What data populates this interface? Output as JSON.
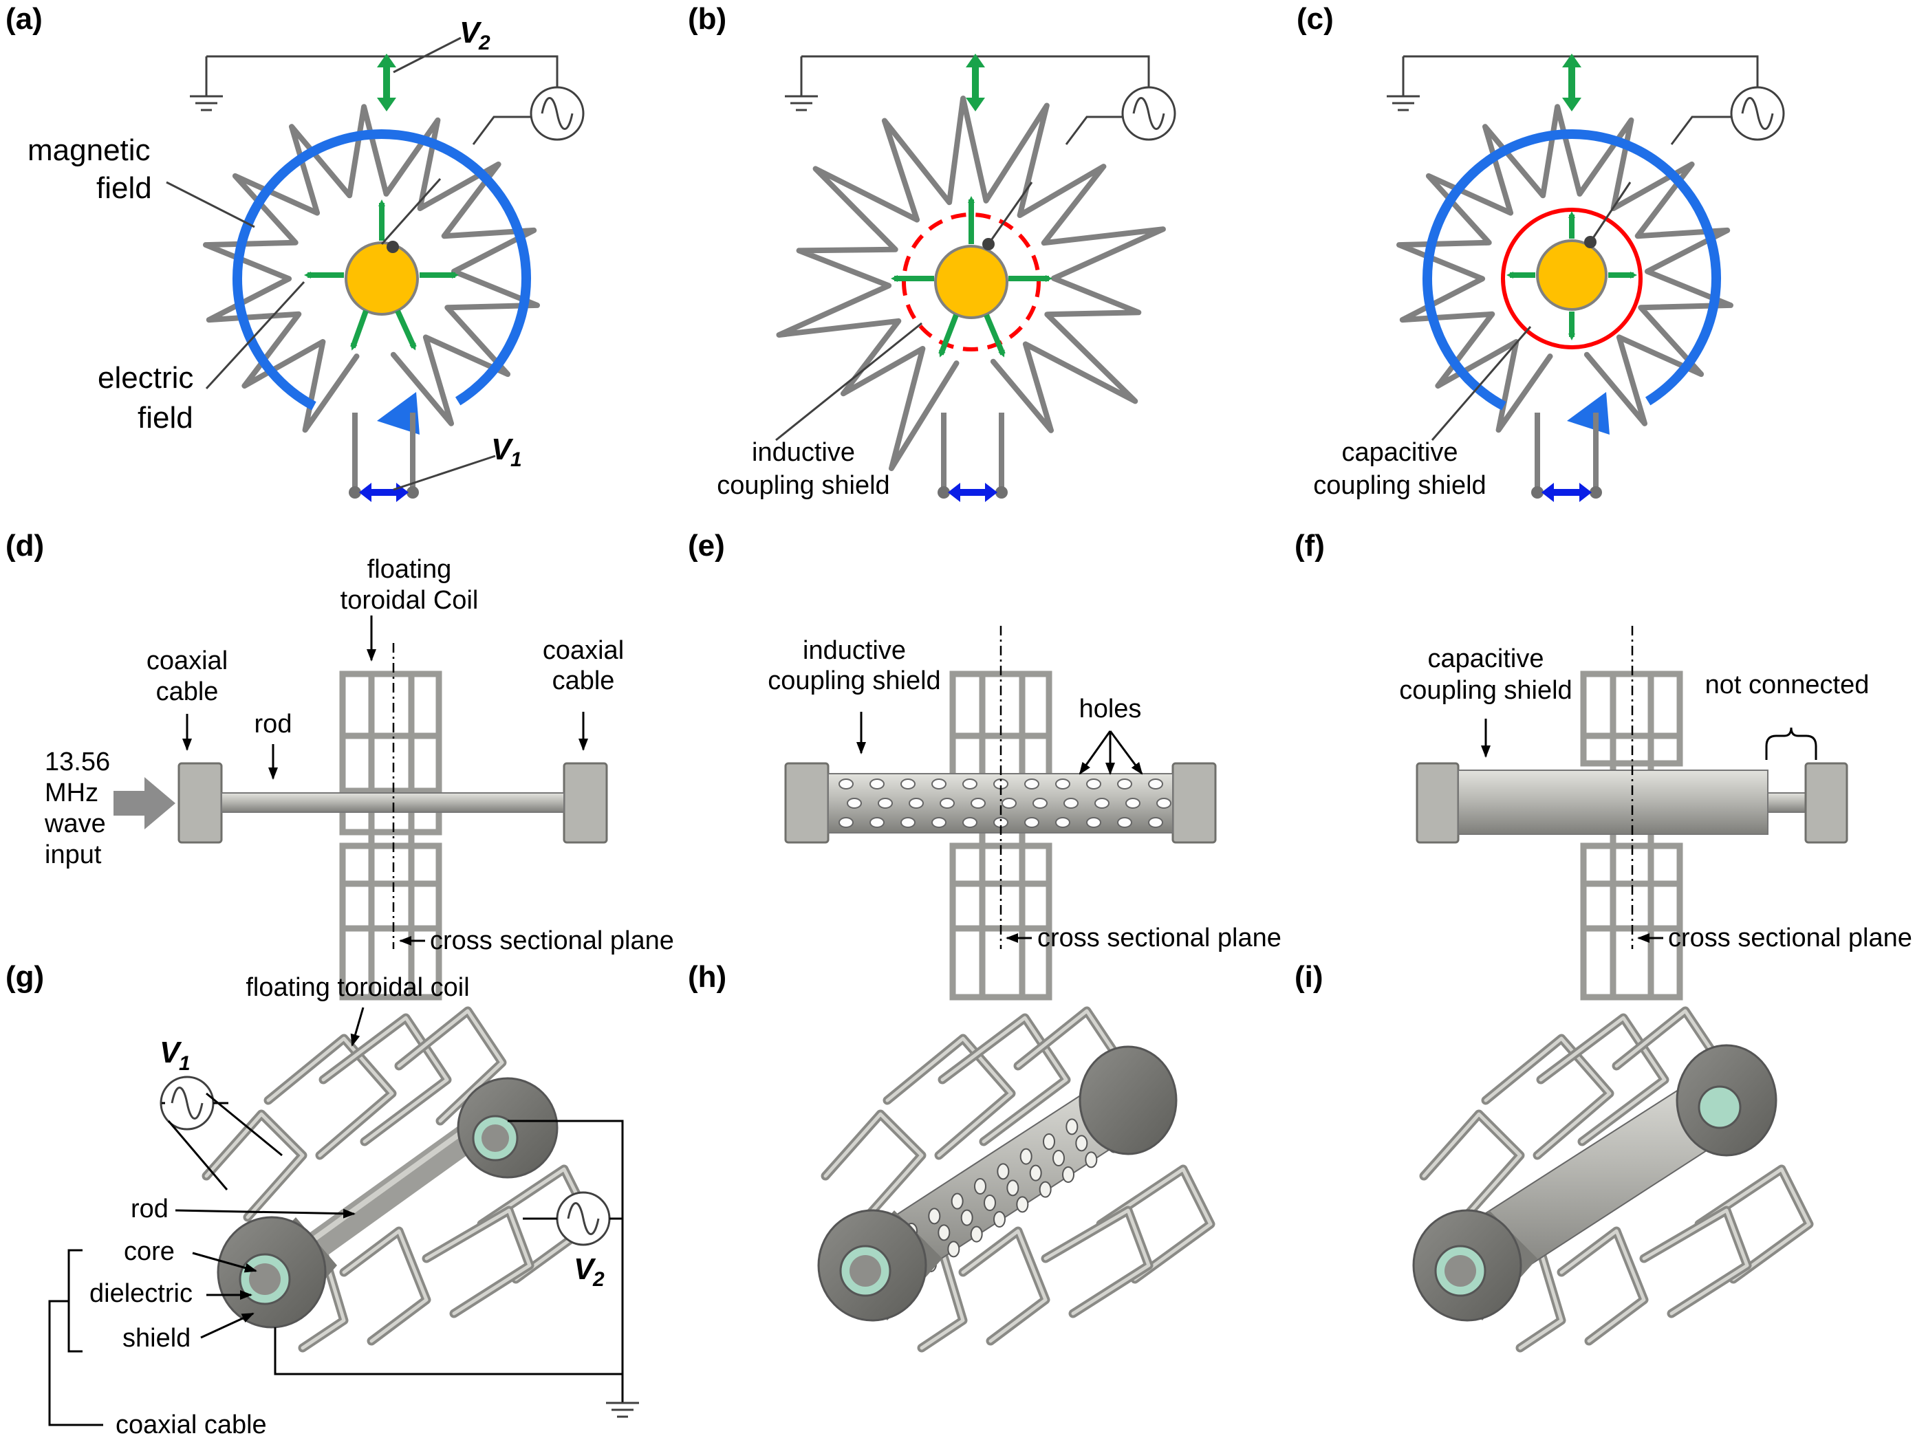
{
  "panels": {
    "a": {
      "label": "(a)",
      "magnetic": [
        "magnetic",
        "field"
      ],
      "electric": [
        "electric",
        "field"
      ],
      "v2": "V",
      "v2_sub": "2",
      "v1": "V",
      "v1_sub": "1"
    },
    "b": {
      "label": "(b)",
      "shield": [
        "inductive",
        "coupling shield"
      ]
    },
    "c": {
      "label": "(c)",
      "shield": [
        "capacitive",
        "coupling shield"
      ]
    },
    "d": {
      "label": "(d)",
      "coil": [
        "floating",
        "toroidal Coil"
      ],
      "cable_left": [
        "coaxial",
        "cable"
      ],
      "cable_right": [
        "coaxial",
        "cable"
      ],
      "rod": "rod",
      "input": [
        "13.56",
        "MHz",
        "wave",
        "input"
      ],
      "plane": "cross sectional plane"
    },
    "e": {
      "label": "(e)",
      "shield": [
        "inductive",
        "coupling shield"
      ],
      "holes": "holes",
      "plane": "cross sectional plane"
    },
    "f": {
      "label": "(f)",
      "shield": [
        "capacitive",
        "coupling shield"
      ],
      "not_connected": "not connected",
      "plane": "cross sectional plane"
    },
    "g": {
      "label": "(g)",
      "coil": "floating toroidal coil",
      "v1": "V",
      "v1_sub": "1",
      "v2": "V",
      "v2_sub": "2",
      "rod": "rod",
      "core": "core",
      "dielectric": "dielectric",
      "shield": "shield",
      "cable": "coaxial cable"
    },
    "h": {
      "label": "(h)"
    },
    "i": {
      "label": "(i)"
    }
  },
  "colors": {
    "magnetic_field": "#1f6fe8",
    "electric_field": "#19a34a",
    "core_conductor": "#ffc000",
    "shield": "#ff0000",
    "coil_wire": "#808080",
    "v1_arrow": "#0a1ee6",
    "dielectric": "#a9d8c4"
  },
  "icons": [
    "ground-icon",
    "ac-source-icon"
  ]
}
